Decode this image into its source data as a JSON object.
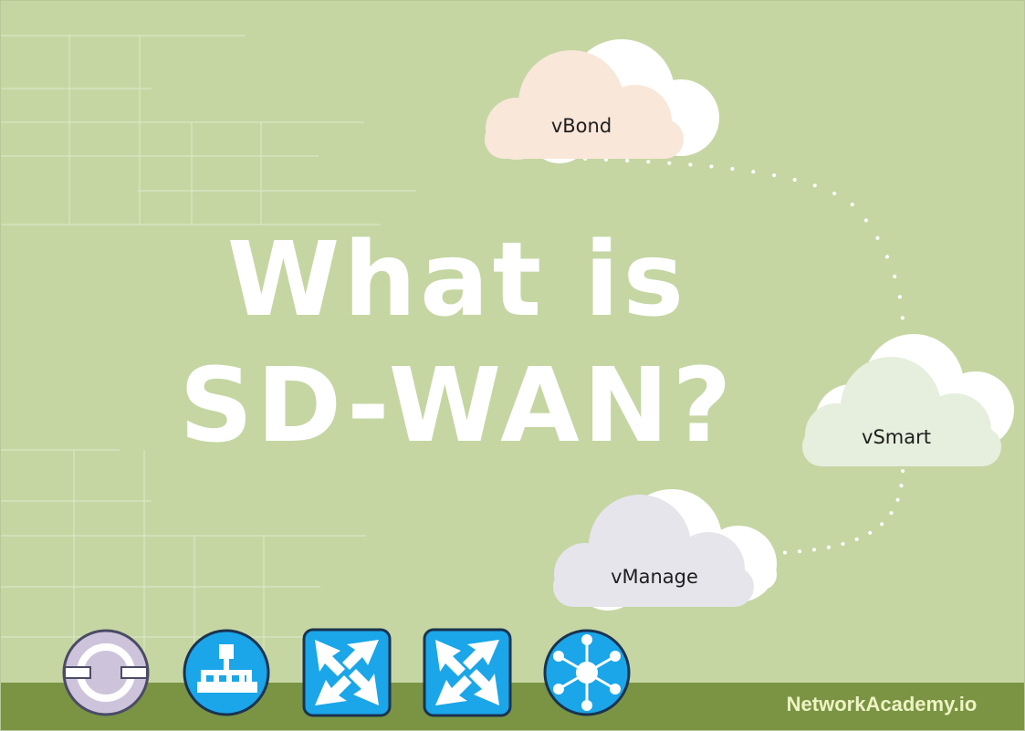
{
  "headline": {
    "line1": "What is",
    "line2": "SD-WAN?"
  },
  "clouds": {
    "vbond": {
      "label": "vBond",
      "fill": "#f9e7d9"
    },
    "vsmart": {
      "label": "vSmart",
      "fill": "#e6eedd"
    },
    "vmanage": {
      "label": "vManage",
      "fill": "#e6e5ec"
    }
  },
  "icons": [
    {
      "name": "wan-optimizer-icon",
      "fill": "#cdc4dc"
    },
    {
      "name": "switch-hierarchy-icon",
      "fill": "#1aa6e8"
    },
    {
      "name": "router-arrows-icon",
      "fill": "#1aa6e8"
    },
    {
      "name": "router-arrows-icon",
      "fill": "#1aa6e8"
    },
    {
      "name": "hub-node-icon",
      "fill": "#1aa6e8"
    }
  ],
  "brand": "NetworkAcademy.io",
  "colors": {
    "background": "#c5d6a3",
    "ground": "#7a9443",
    "accent": "#1aa6e8"
  }
}
